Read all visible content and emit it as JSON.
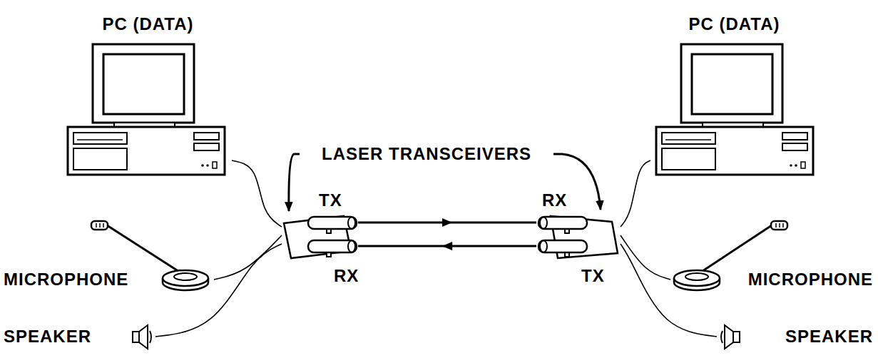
{
  "diagram": {
    "nodes": [
      {
        "text": [
          "PC (DATA)"
        ]
      },
      {
        "text": [
          "PC (DATA)"
        ]
      },
      {
        "text": [
          "TX",
          "RX"
        ]
      },
      {
        "text": [
          "RX",
          "TX"
        ]
      },
      {
        "text": [
          "MICROPHONE"
        ]
      },
      {
        "text": [
          "MICROPHONE"
        ]
      },
      {
        "text": [
          "SPEAKER"
        ]
      },
      {
        "text": [
          "SPEAKER"
        ]
      }
    ],
    "edges": [
      {
        "from": 0,
        "to": 2,
        "arrow": "none"
      },
      {
        "from": 2,
        "to": 3,
        "arrow": "to"
      },
      {
        "from": 3,
        "to": 2,
        "arrow": "to"
      },
      {
        "from": 1,
        "to": 3,
        "arrow": "none"
      },
      {
        "from": 4,
        "to": 2,
        "arrow": "none"
      },
      {
        "from": 5,
        "to": 3,
        "arrow": "none"
      },
      {
        "from": 6,
        "to": 2,
        "arrow": "none"
      },
      {
        "from": 7,
        "to": 3,
        "arrow": "none"
      }
    ],
    "labels": [
      "LASER TRANSCEIVERS"
    ]
  }
}
